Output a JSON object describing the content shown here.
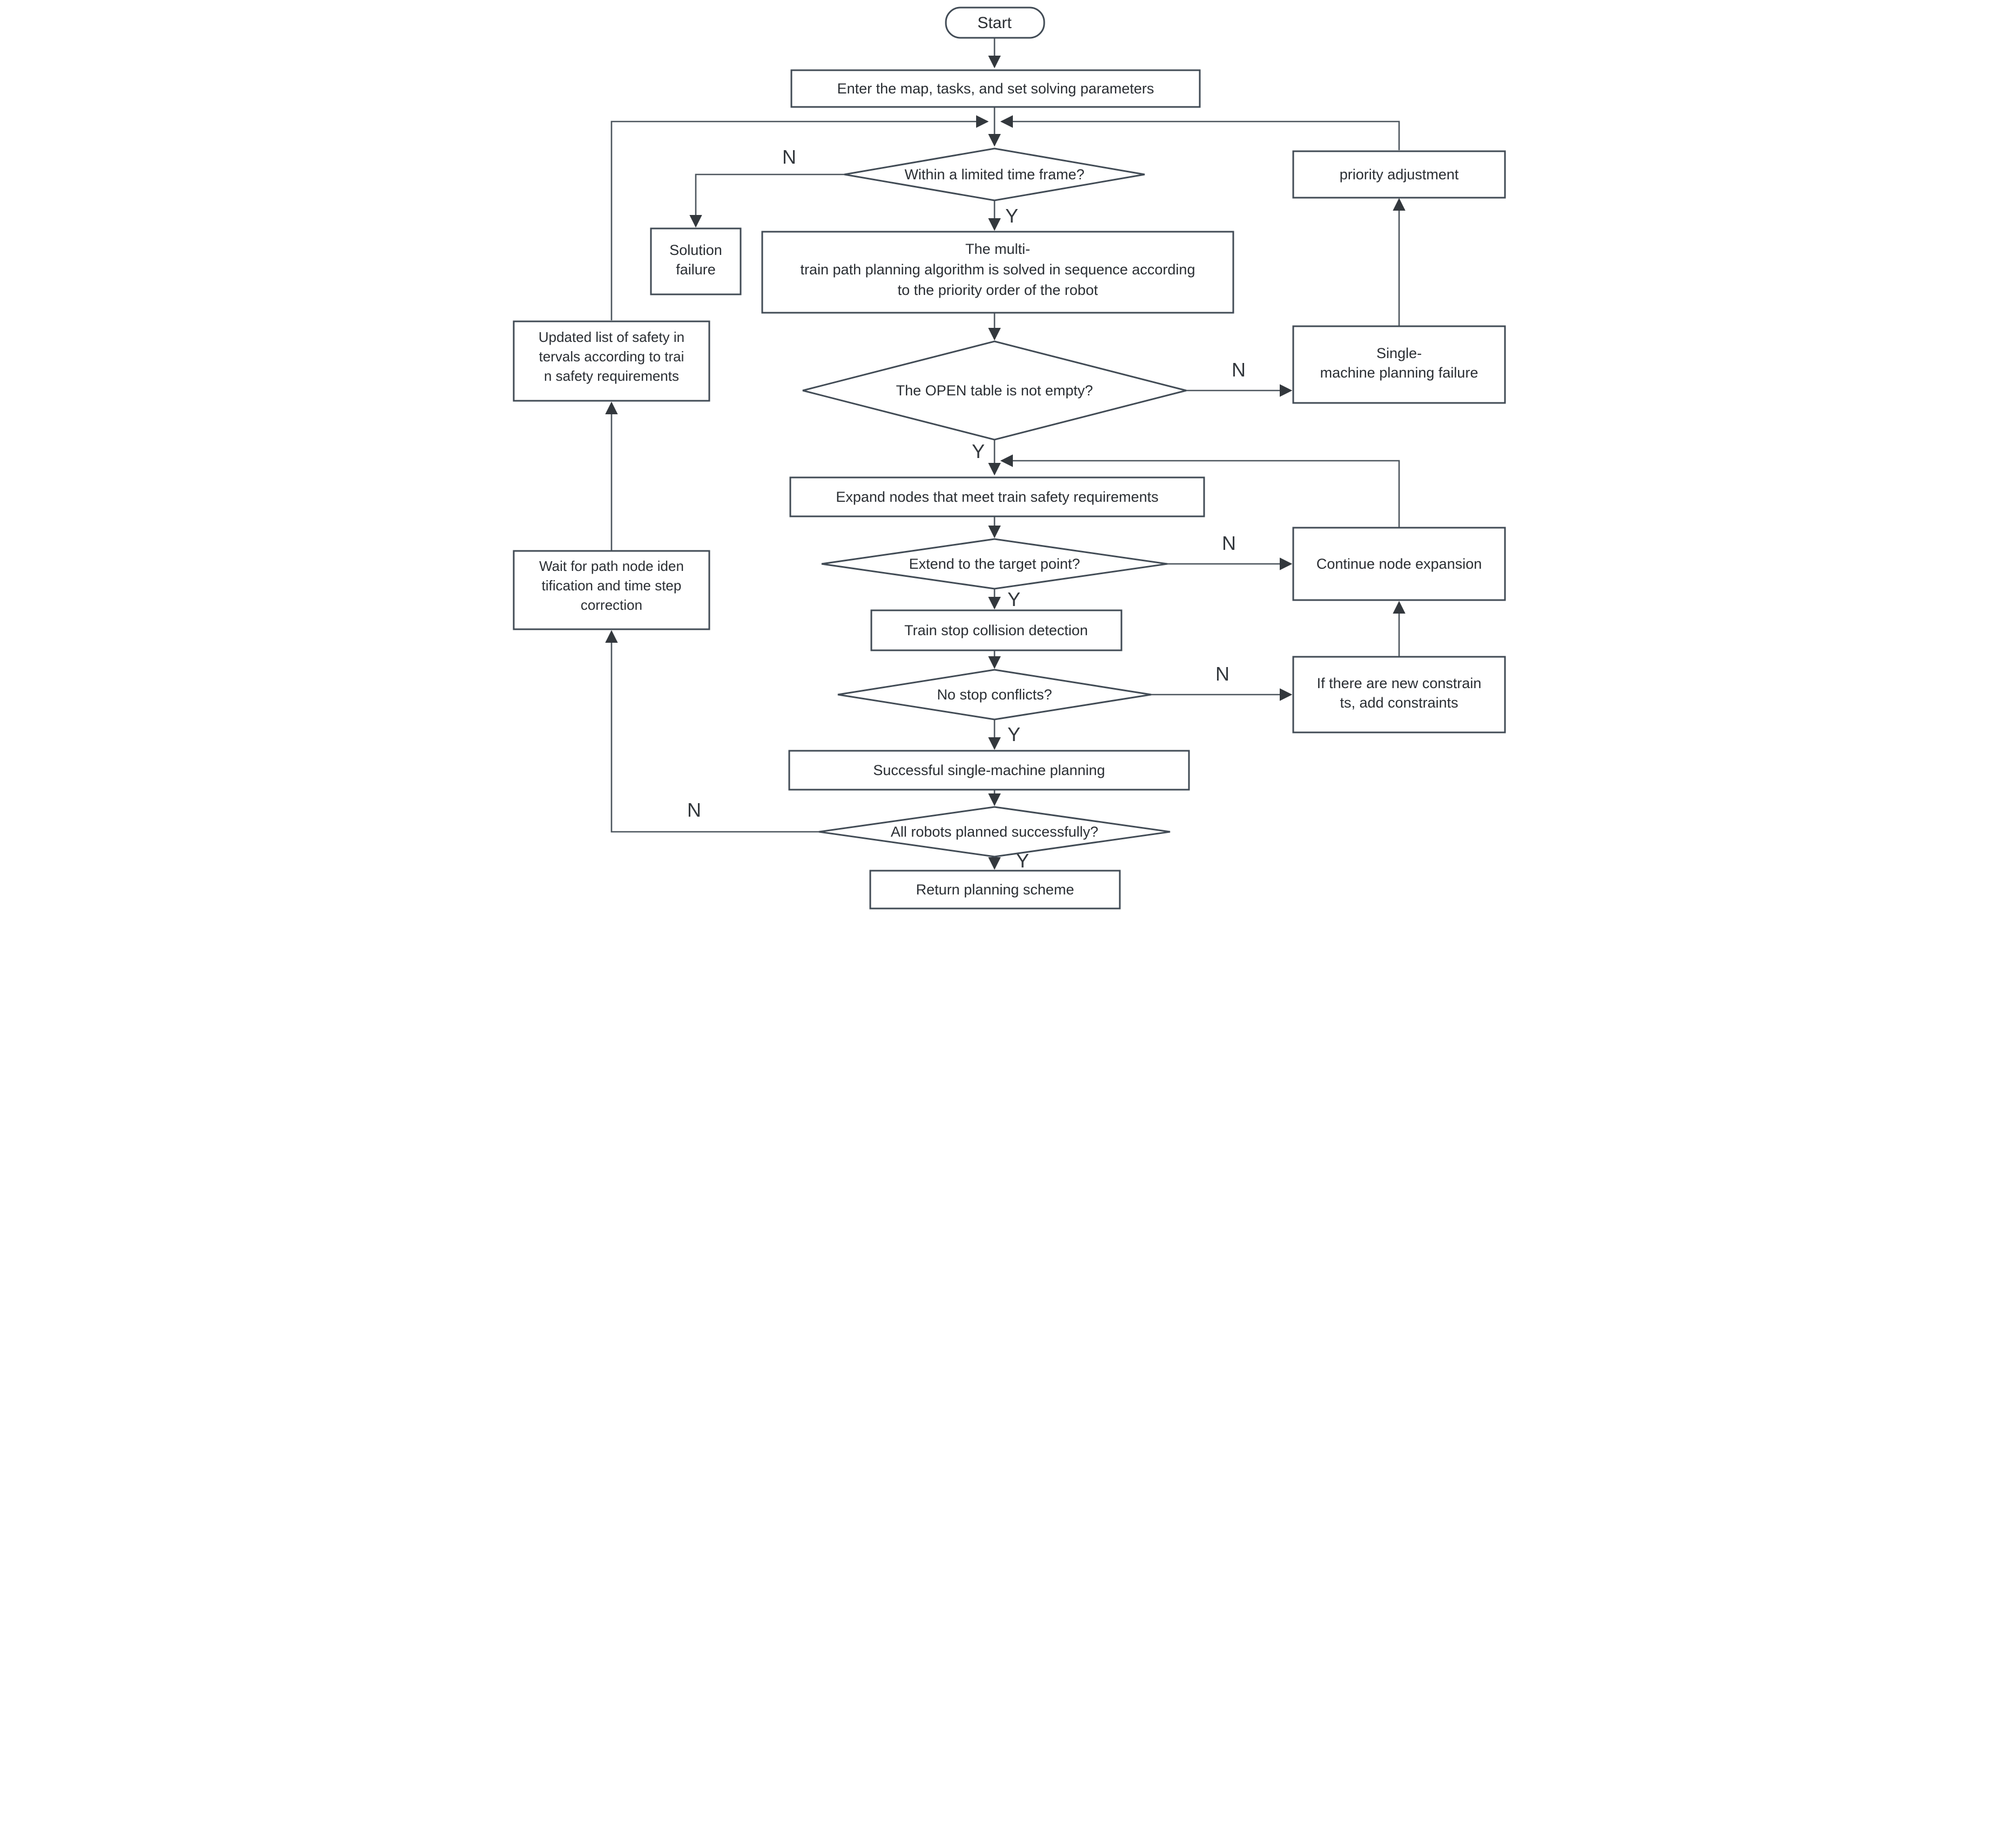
{
  "diagram": {
    "type": "flowchart",
    "background_color": "#ffffff",
    "shape_border_color": "#414b55",
    "connector_color": "#4d565e",
    "text_color": "#2a2e33",
    "edge_labels": {
      "yes": "Y",
      "no": "N"
    },
    "nodes": {
      "start": {
        "type": "terminator",
        "label": "Start"
      },
      "enter": {
        "type": "process",
        "label": "Enter the map, tasks, and set solving parameters"
      },
      "d_time": {
        "type": "decision",
        "label": "Within a limited time frame?"
      },
      "solution_failure": {
        "type": "process",
        "lines": [
          "Solution",
          "failure"
        ]
      },
      "multitrain": {
        "type": "process",
        "lines": [
          "The multi-",
          "train path planning algorithm is solved in sequence according",
          "to the priority order of the robot"
        ]
      },
      "d_open": {
        "type": "decision",
        "label": "The OPEN table is not empty?"
      },
      "single_failure": {
        "type": "process",
        "lines": [
          "Single-",
          "machine planning failure"
        ]
      },
      "priority": {
        "type": "process",
        "label": "priority adjustment"
      },
      "updated": {
        "type": "process",
        "lines": [
          "Updated list of safety in",
          "tervals according to trai",
          "n safety requirements"
        ]
      },
      "expand": {
        "type": "process",
        "label": "Expand nodes that meet train safety requirements"
      },
      "d_target": {
        "type": "decision",
        "label": "Extend to the target point?"
      },
      "continue_expand": {
        "type": "process",
        "label": "Continue node expansion"
      },
      "wait": {
        "type": "process",
        "lines": [
          "Wait for path node iden",
          "tification and time step",
          "correction"
        ]
      },
      "trainstop": {
        "type": "process",
        "label": "Train stop collision detection"
      },
      "d_conflict": {
        "type": "decision",
        "label": "No stop conflicts?"
      },
      "constraints": {
        "type": "process",
        "lines": [
          "If there are new constrain",
          "ts, add constraints"
        ]
      },
      "successful": {
        "type": "process",
        "label": "Successful single-machine planning"
      },
      "d_allrobots": {
        "type": "decision",
        "label": "All robots planned successfully?"
      },
      "return_scheme": {
        "type": "process",
        "label": "Return planning scheme"
      }
    },
    "edges": [
      {
        "from": "start",
        "to": "enter"
      },
      {
        "from": "enter",
        "to": "d_time"
      },
      {
        "from": "d_time",
        "to": "solution_failure",
        "label": "N"
      },
      {
        "from": "d_time",
        "to": "multitrain",
        "label": "Y"
      },
      {
        "from": "multitrain",
        "to": "d_open"
      },
      {
        "from": "d_open",
        "to": "single_failure",
        "label": "N"
      },
      {
        "from": "single_failure",
        "to": "priority"
      },
      {
        "from": "priority",
        "to": "d_time"
      },
      {
        "from": "d_open",
        "to": "expand",
        "label": "Y"
      },
      {
        "from": "expand",
        "to": "d_target"
      },
      {
        "from": "d_target",
        "to": "continue_expand",
        "label": "N"
      },
      {
        "from": "continue_expand",
        "to": "expand"
      },
      {
        "from": "d_target",
        "to": "trainstop",
        "label": "Y"
      },
      {
        "from": "trainstop",
        "to": "d_conflict"
      },
      {
        "from": "d_conflict",
        "to": "constraints",
        "label": "N"
      },
      {
        "from": "constraints",
        "to": "continue_expand"
      },
      {
        "from": "d_conflict",
        "to": "successful",
        "label": "Y"
      },
      {
        "from": "successful",
        "to": "d_allrobots"
      },
      {
        "from": "d_allrobots",
        "to": "wait",
        "label": "N"
      },
      {
        "from": "wait",
        "to": "updated"
      },
      {
        "from": "updated",
        "to": "d_time"
      },
      {
        "from": "d_allrobots",
        "to": "return_scheme",
        "label": "Y"
      }
    ]
  }
}
